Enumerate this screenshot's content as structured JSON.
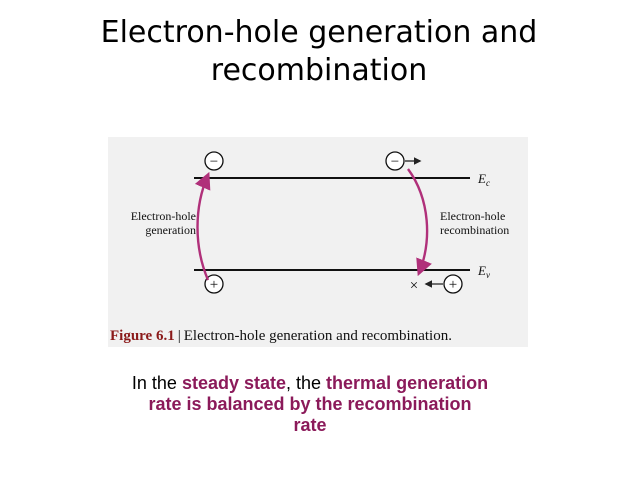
{
  "slide": {
    "title_line1": "Electron-hole generation and",
    "title_line2": "recombination"
  },
  "figure": {
    "ec_label": "E",
    "ec_sub": "c",
    "ev_label": "E",
    "ev_sub": "v",
    "left_label_line1": "Electron-hole",
    "left_label_line2": "generation",
    "right_label_line1": "Electron-hole",
    "right_label_line2": "recombination",
    "electron_symbol": "−",
    "hole_symbol": "+",
    "cross_symbol": "×",
    "caption_number": "Figure 6.1",
    "caption_sep": "|",
    "caption_text": "Electron-hole generation and recombination.",
    "arrow_color": "#b0307a"
  },
  "body": {
    "part1": "In the ",
    "part2": "steady state",
    "part3": ", the ",
    "part4": "thermal generation rate is balanced by the recombination rate"
  }
}
